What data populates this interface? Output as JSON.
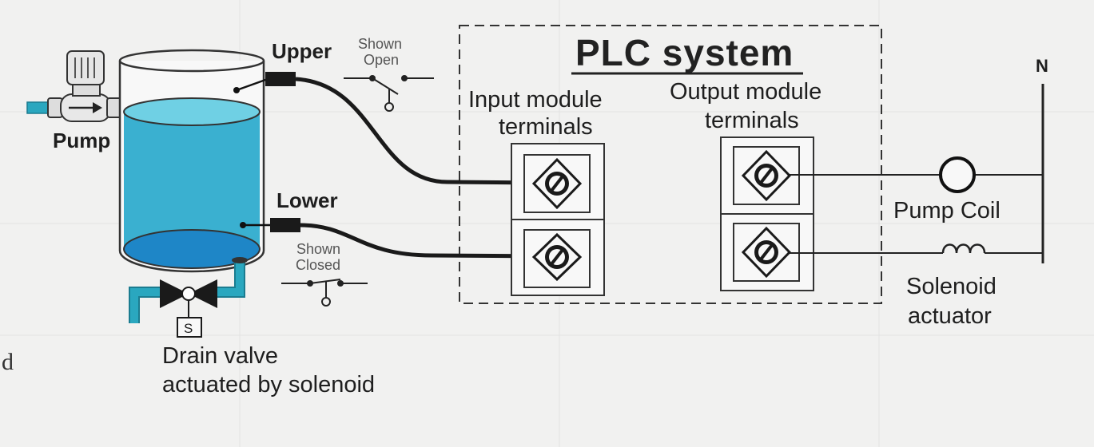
{
  "diagram": {
    "title": "PLC system",
    "labels": {
      "pump": "Pump",
      "upper": "Upper",
      "upper_state_line1": "Shown",
      "upper_state_line2": "Open",
      "lower": "Lower",
      "lower_state_line1": "Shown",
      "lower_state_line2": "Closed",
      "input_module_line1": "Input module",
      "input_module_line2": "terminals",
      "output_module_line1": "Output module",
      "output_module_line2": "terminals",
      "neutral": "N",
      "pump_coil": "Pump Coil",
      "solenoid_line1": "Solenoid",
      "solenoid_line2": "actuator",
      "solenoid_marker": "S",
      "drain_line1": "Drain valve",
      "drain_line2": "actuated by solenoid",
      "edge_fragment": "d"
    },
    "colors": {
      "water": "#3ab0d0",
      "water_top": "#6fd0e4",
      "water_bottom": "#1e86c7",
      "pipe": "#2aa7bf",
      "wire": "#222222",
      "background": "#f1f1f0"
    },
    "icons": {
      "pump": "pump-icon",
      "tank": "tank-icon",
      "drain_valve": "valve-icon",
      "coil": "coil-icon",
      "solenoid": "solenoid-icon",
      "switch": "switch-icon",
      "terminal": "terminal-screw-icon"
    }
  }
}
